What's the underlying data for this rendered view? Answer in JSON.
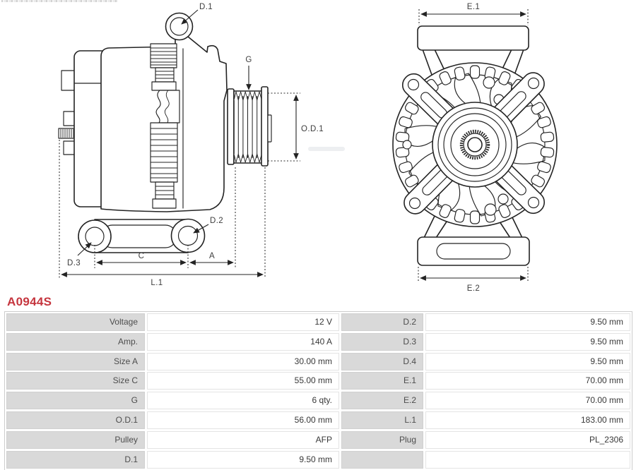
{
  "part_number": "A0944S",
  "colors": {
    "part_number": "#c5353e",
    "line": "#232323",
    "table_label_bg": "#d9d9d9"
  },
  "diagram": {
    "side_view": {
      "labels": {
        "d1": "D.1",
        "g": "G",
        "od1": "O.D.1",
        "d2": "D.2",
        "d3": "D.3",
        "c": "C",
        "a": "A",
        "l1": "L.1"
      }
    },
    "front_view": {
      "labels": {
        "e1": "E.1",
        "e2": "E.2"
      }
    }
  },
  "spec_table": {
    "rows": [
      {
        "l1": "Voltage",
        "v1": "12 V",
        "l2": "D.2",
        "v2": "9.50 mm"
      },
      {
        "l1": "Amp.",
        "v1": "140 A",
        "l2": "D.3",
        "v2": "9.50 mm"
      },
      {
        "l1": "Size A",
        "v1": "30.00 mm",
        "l2": "D.4",
        "v2": "9.50 mm"
      },
      {
        "l1": "Size C",
        "v1": "55.00 mm",
        "l2": "E.1",
        "v2": "70.00 mm"
      },
      {
        "l1": "G",
        "v1": "6 qty.",
        "l2": "E.2",
        "v2": "70.00 mm"
      },
      {
        "l1": "O.D.1",
        "v1": "56.00 mm",
        "l2": "L.1",
        "v2": "183.00 mm"
      },
      {
        "l1": "Pulley",
        "v1": "AFP",
        "l2": "Plug",
        "v2": "PL_2306"
      },
      {
        "l1": "D.1",
        "v1": "9.50 mm",
        "l2": "",
        "v2": ""
      }
    ]
  }
}
